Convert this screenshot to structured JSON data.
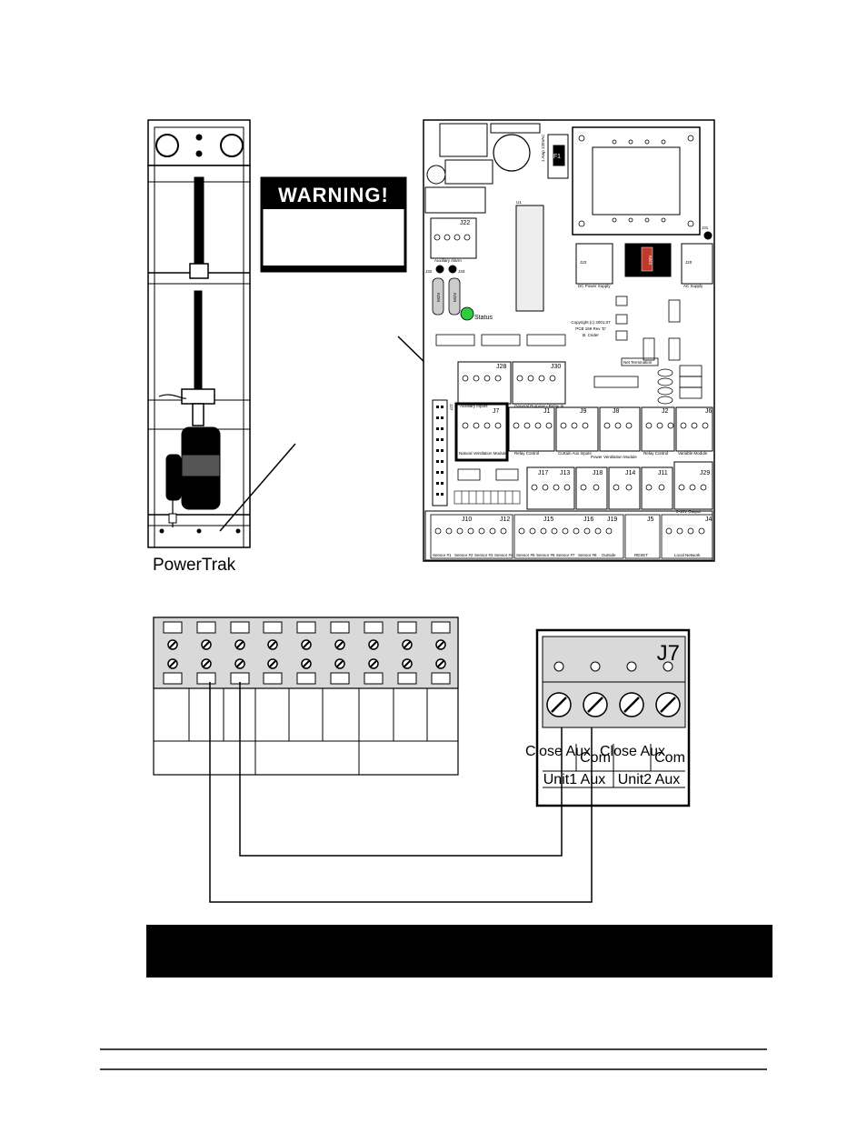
{
  "actuator": {
    "label": "PowerTrak"
  },
  "warning": {
    "title": "WARNING!"
  },
  "board": {
    "headers": [
      "J22",
      "J23",
      "J20",
      "J31",
      "J32",
      "J33",
      "J28",
      "J30",
      "J7",
      "J1",
      "J9",
      "J8",
      "J2",
      "J6",
      "J17",
      "J13",
      "J18",
      "J14",
      "J11",
      "J29",
      "J10",
      "J12",
      "J15",
      "J16",
      "J19",
      "J5",
      "J4",
      "J27",
      "U1",
      "F1"
    ],
    "status_label": "Status",
    "copyright": [
      "Copyright (c) 2001,07",
      "PCB 169 Rev 'D'",
      "B. Crider"
    ],
    "fuse_text": "1 Amp 125VAC",
    "voltage_switch": "230V",
    "net_termination": "Net Termination",
    "mov_label": "MOV",
    "j22_label": "Auxiliary Alarm",
    "j23_label": "DC Power Supply",
    "j20_label": "AC Supply",
    "j28_label": "Auxiliary Inputs",
    "j30_label": "General Purpose / Relay In",
    "j7_label": "Natural Ventilation Module",
    "j1_label": "Relay Control",
    "j9_label": "Curtain Aux Inputs",
    "j8_label": "Power Ventilation Module",
    "j2_label": "Relay Control",
    "j6_label": "Variable Module",
    "j5_label": "RESET",
    "j4_label": "Local Network",
    "j29_label": "0-10V Output",
    "j10_15_labels": [
      "Sensor #1",
      "Sensor #2",
      "Sensor #3",
      "Sensor #4",
      "Sensor #5",
      "Sensor #6",
      "Sensor #7",
      "Sensor #8",
      "Outside"
    ]
  },
  "j7_detail": {
    "header": "J7",
    "label_rows": [
      [
        "Close Aux",
        "Com",
        "Close Aux",
        "Com"
      ],
      [
        "Unit1 Aux",
        "Unit2 Aux"
      ]
    ]
  }
}
